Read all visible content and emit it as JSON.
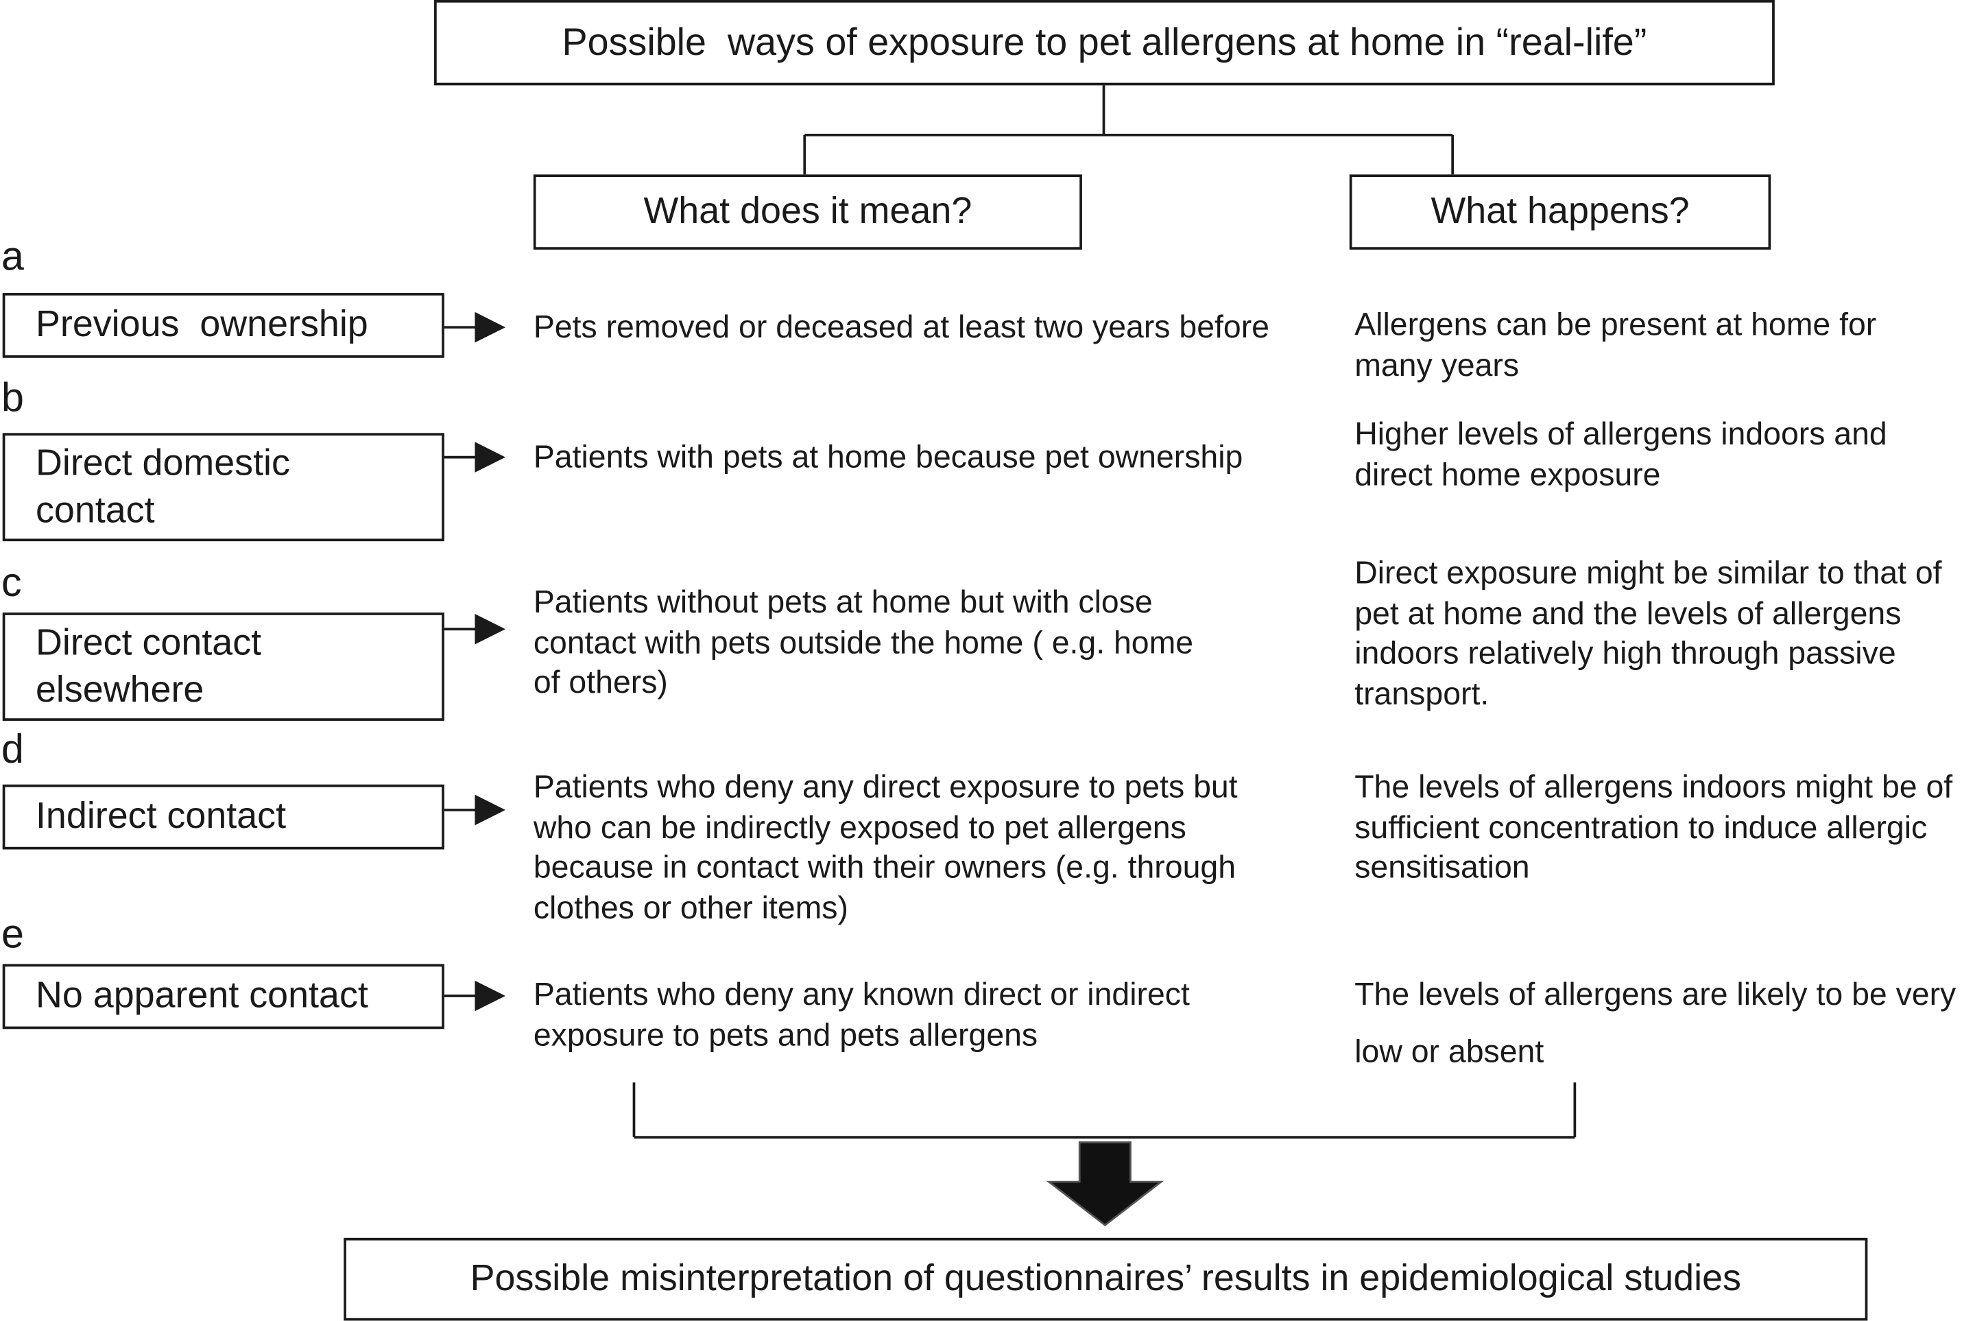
{
  "title": "Possible  ways of exposure to pet allergens at home in “real-life”",
  "headers": {
    "meaning": "What does it mean?",
    "happens": "What happens?"
  },
  "rows": [
    {
      "letter": "a",
      "label": "Previous  ownership",
      "meaning": "Pets removed or deceased at least two years before",
      "happens": "Allergens can be present at home for\nmany years"
    },
    {
      "letter": "b",
      "label": "Direct domestic\ncontact",
      "meaning": "Patients with pets at home because pet ownership",
      "happens": "Higher levels of allergens indoors and\ndirect home exposure"
    },
    {
      "letter": "c",
      "label": "Direct contact\nelsewhere",
      "meaning": "Patients without pets at home but with close\ncontact with pets outside the home ( e.g. home\nof others)",
      "happens": "Direct exposure might be similar to that of\npet at home and the levels of allergens\nindoors relatively high through passive\ntransport."
    },
    {
      "letter": "d",
      "label": "Indirect contact",
      "meaning": "Patients who deny any direct exposure to pets but\nwho can be indirectly exposed to pet allergens\nbecause in contact with their owners (e.g. through\nclothes or other items)",
      "happens": "The levels of allergens indoors might be of\nsufficient concentration to induce allergic\nsensitisation"
    },
    {
      "letter": "e",
      "label": "No apparent contact",
      "meaning": "Patients who deny any known direct or indirect\nexposure to pets and pets allergens",
      "happens": "The levels of allergens are likely to be very\nlow or absent"
    }
  ],
  "conclusion": "Possible misinterpretation of questionnaires’ results in epidemiological studies"
}
